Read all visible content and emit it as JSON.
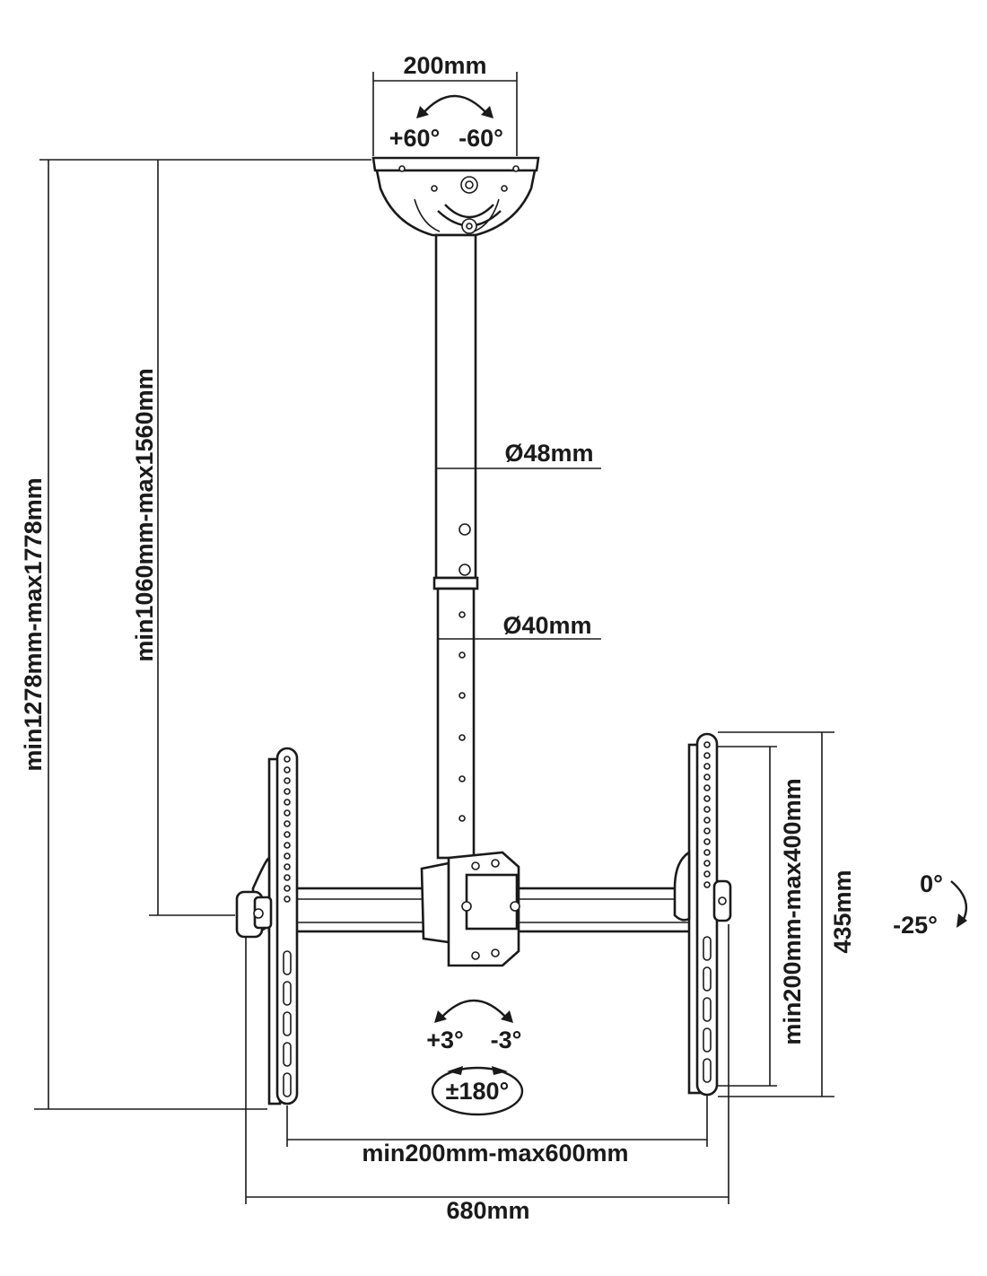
{
  "dimensions": {
    "ceiling_plate_width": "200mm",
    "ceiling_swivel_pos": "+60°",
    "ceiling_swivel_neg": "-60°",
    "outer_tube_diameter": "Ø48mm",
    "inner_tube_diameter": "Ø40mm",
    "total_height": "min1278mm-max1778mm",
    "pole_height": "min1060mm-max1560mm",
    "vertical_hole_range": "min200mm-max400mm",
    "bracket_height": "435mm",
    "tilt_top": "0°",
    "tilt_bottom": "-25°",
    "level_pos": "+3°",
    "level_neg": "-3°",
    "rotation": "±180°",
    "horizontal_hole_range": "min200mm-max600mm",
    "overall_width": "680mm"
  }
}
